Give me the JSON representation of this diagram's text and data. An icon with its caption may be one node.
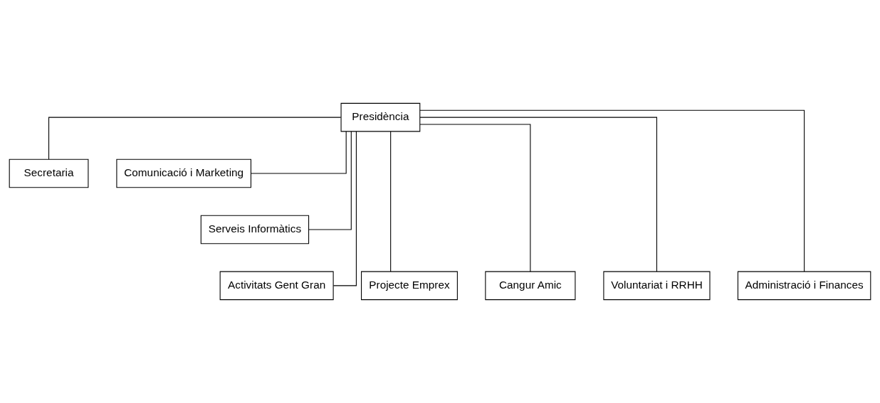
{
  "diagram": {
    "nodes": [
      {
        "text": [
          "Presidència"
        ]
      },
      {
        "text": [
          "Secretaria"
        ]
      },
      {
        "text": [
          "Comunicació i Marketing"
        ]
      },
      {
        "text": [
          "Serveis Informàtics"
        ]
      },
      {
        "text": [
          "Activitats Gent Gran"
        ]
      },
      {
        "text": [
          "Projecte Emprex"
        ]
      },
      {
        "text": [
          "Cangur Amic"
        ]
      },
      {
        "text": [
          "Voluntariat i RRHH"
        ]
      },
      {
        "text": [
          "Administració i Finances"
        ]
      }
    ],
    "edges": [
      {
        "from": 0,
        "to": 1,
        "arrow": "none"
      },
      {
        "from": 0,
        "to": 2,
        "arrow": "none"
      },
      {
        "from": 0,
        "to": 3,
        "arrow": "none"
      },
      {
        "from": 0,
        "to": 4,
        "arrow": "none"
      },
      {
        "from": 0,
        "to": 5,
        "arrow": "none"
      },
      {
        "from": 0,
        "to": 6,
        "arrow": "none"
      },
      {
        "from": 0,
        "to": 7,
        "arrow": "none"
      },
      {
        "from": 0,
        "to": 8,
        "arrow": "none"
      }
    ]
  }
}
